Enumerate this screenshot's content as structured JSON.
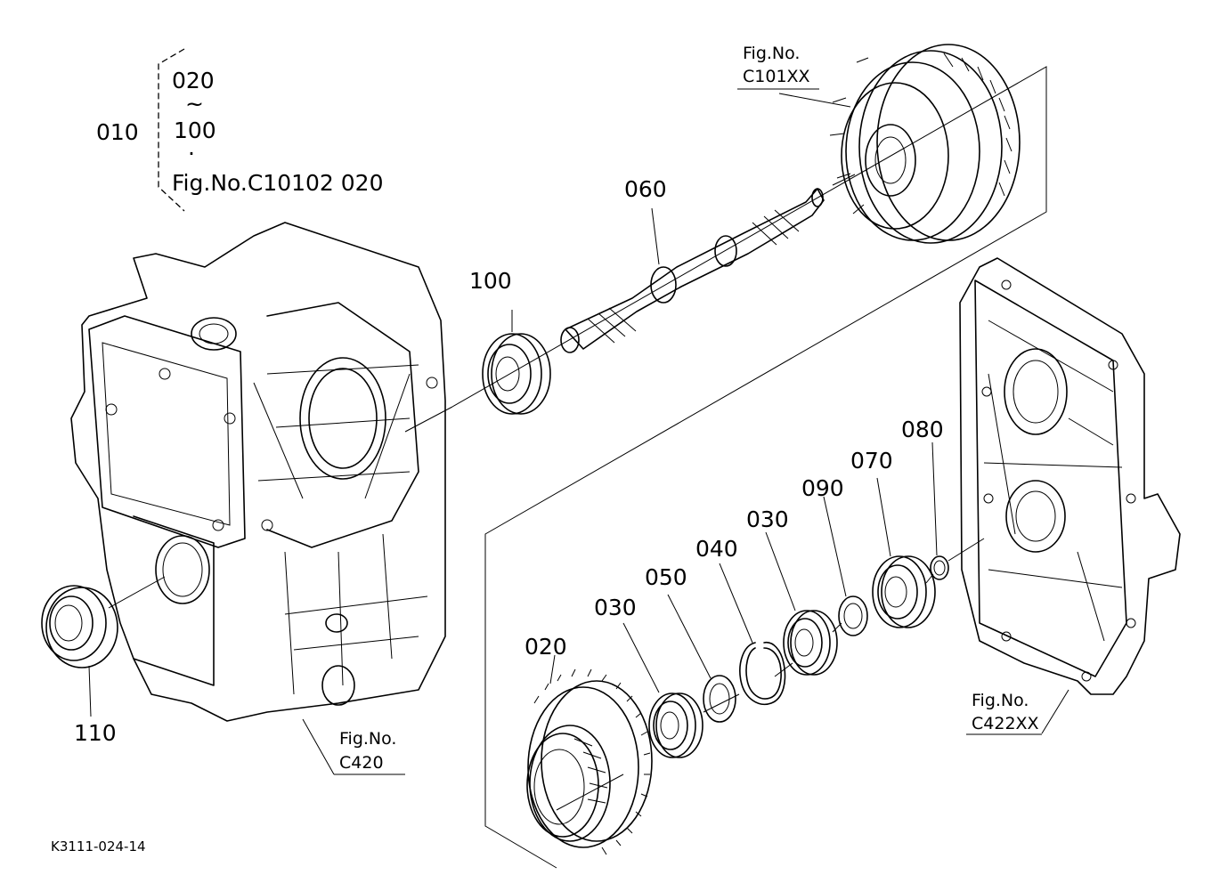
{
  "group": {
    "assembly_label": "010",
    "range_start": "020",
    "range_tilde": "~",
    "range_end": "100",
    "bullet": "·",
    "fig_ref": "Fig.No.C10102 020"
  },
  "parts": {
    "p020": "020",
    "p030a": "030",
    "p030b": "030",
    "p040": "040",
    "p050": "050",
    "p060": "060",
    "p070": "070",
    "p080": "080",
    "p090": "090",
    "p100": "100",
    "p110": "110"
  },
  "refs": {
    "c101_line1": "Fig.No.",
    "c101_line2": "C101XX",
    "c420_line1": "Fig.No.",
    "c420_line2": "C420",
    "c422_line1": "Fig.No.",
    "c422_line2": "C422XX"
  },
  "drawing_code": "K3111-024-14"
}
